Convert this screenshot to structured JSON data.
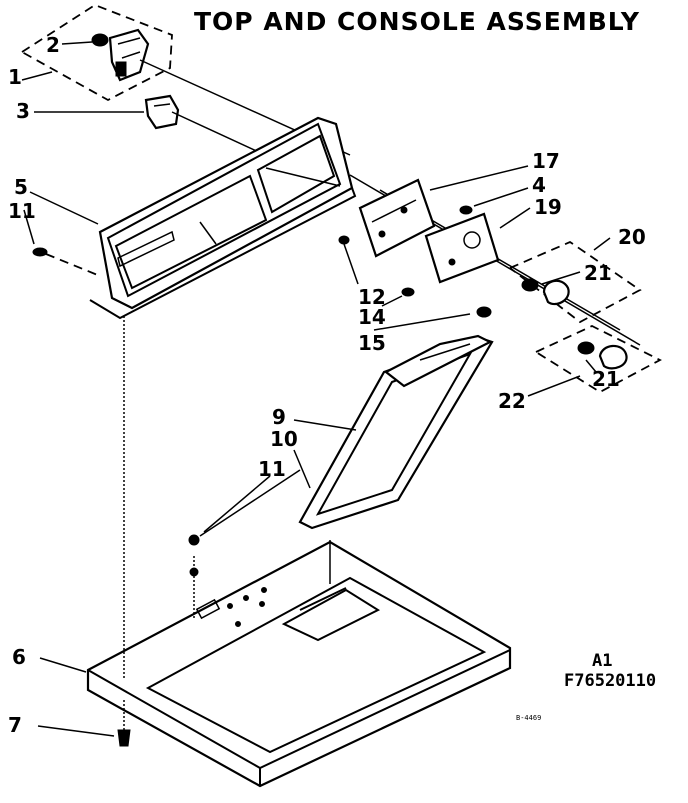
{
  "title": "TOP AND CONSOLE ASSEMBLY",
  "model_code": "A1",
  "drawing_number": "F76520110",
  "small_code": "B-4469",
  "callouts": {
    "c1": "1",
    "c2": "2",
    "c3": "3",
    "c4": "4",
    "c5": "5",
    "c6": "6",
    "c7": "7",
    "c9": "9",
    "c10": "10",
    "c11a": "11",
    "c11b": "11",
    "c12": "12",
    "c14": "14",
    "c15": "15",
    "c17": "17",
    "c19": "19",
    "c20": "20",
    "c21a": "21",
    "c21b": "21",
    "c22": "22"
  }
}
